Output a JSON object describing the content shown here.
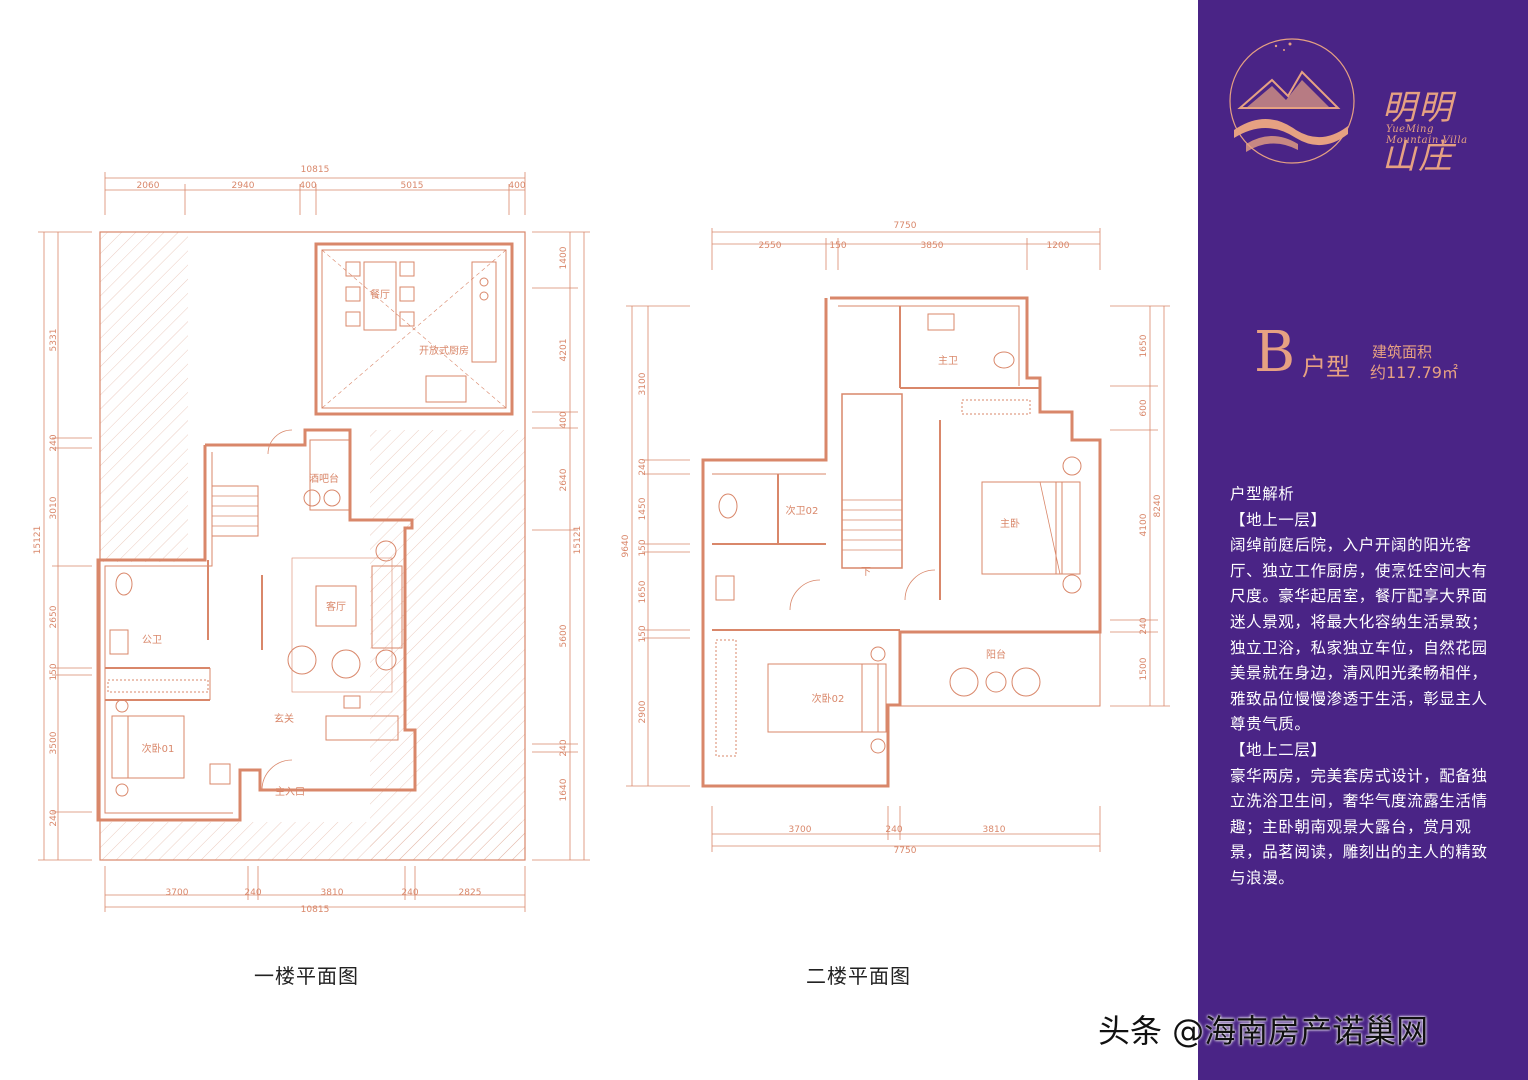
{
  "plan1": {
    "caption": "一楼平面图",
    "dims_top_total": "10815",
    "dims_top": [
      "2060",
      "2940",
      "400",
      "5015",
      "400"
    ],
    "dims_bottom": [
      "3700",
      "240",
      "3810",
      "240",
      "2825"
    ],
    "dims_bottom_total": "10815",
    "dims_left_total": "15121",
    "dims_left": [
      "5331",
      "240",
      "3010",
      "2650",
      "150",
      "3500",
      "240"
    ],
    "dims_right_total": "15121",
    "dims_right": [
      "1400",
      "4201",
      "400",
      "2640",
      "5600",
      "240",
      "1640"
    ],
    "rooms": {
      "dining": "餐厅",
      "kitchen": "开放式厨房",
      "bar": "酒吧台",
      "living": "客厅",
      "bath": "公卫",
      "bedroom": "次卧01",
      "foyer": "玄关",
      "entrance": "主入口"
    }
  },
  "plan2": {
    "caption": "二楼平面图",
    "dims_top_total": "7750",
    "dims_top": [
      "2550",
      "150",
      "3850",
      "1200"
    ],
    "dims_bottom": [
      "3700",
      "240",
      "3810"
    ],
    "dims_bottom_total": "7750",
    "dims_left_total": "9640",
    "dims_left": [
      "3100",
      "240",
      "1450",
      "150",
      "1650",
      "150",
      "2900"
    ],
    "dims_right_total": "8240",
    "dims_right": [
      "1650",
      "600",
      "4100",
      "240",
      "1500"
    ],
    "rooms": {
      "master_bath": "主卫",
      "bath2": "次卫02",
      "master_bed": "主卧",
      "bed2": "次卧02",
      "balcony": "阳台",
      "stair_down": "下"
    }
  },
  "brand": {
    "name_cn": "明明山庄",
    "name_en": "YueMing Mountain Villa"
  },
  "unit": {
    "letter": "B",
    "type_word": "户型",
    "area_label": "建筑面积",
    "area_value": "约117.79㎡"
  },
  "analysis": {
    "heading": "户型解析",
    "floor1_title": "【地上一层】",
    "floor1_text": "阔绰前庭后院，入户开阔的阳光客厅、独立工作厨房，使烹饪空间大有尺度。豪华起居室，餐厅配享大界面迷人景观，将最大化容纳生活景致；独立卫浴，私家独立车位，自然花园美景就在身边，清风阳光柔畅相伴，雅致品位慢慢渗透于生活，彰显主人尊贵气质。",
    "floor2_title": "【地上二层】",
    "floor2_text": "豪华两房，完美套房式设计，配备独立洗浴卫生间，奢华气度流露生活情趣；主卧朝南观景大露台，赏月观景，品茗阅读，雕刻出的主人的精致与浪漫。"
  },
  "watermark": "头条 @海南房产诺巢网",
  "colors": {
    "sidebar_bg": "#4a2486",
    "accent": "#e6a182",
    "plan_line": "#d9876a"
  }
}
